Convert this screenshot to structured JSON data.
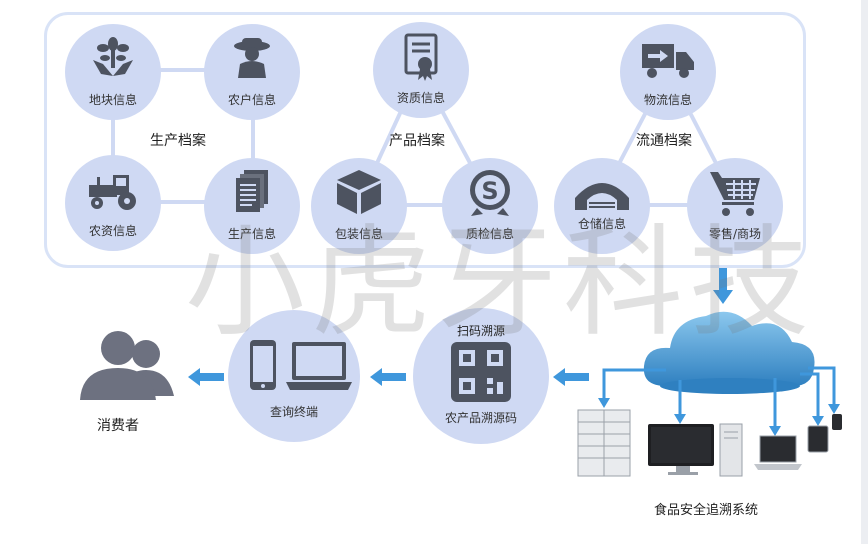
{
  "production_group": {
    "label": "生产档案",
    "nodes": [
      "地块信息",
      "农户信息",
      "农资信息",
      "生产信息"
    ]
  },
  "product_group": {
    "label": "产品档案",
    "nodes": [
      "资质信息",
      "包装信息",
      "质检信息"
    ]
  },
  "circulation_group": {
    "label": "流通档案",
    "nodes": [
      "物流信息",
      "仓储信息",
      "零售/商场"
    ]
  },
  "flow": {
    "consumer": "消费者",
    "query_terminal": "查询终端",
    "scan_label": "扫码溯源",
    "qr_label": "农产品溯源码",
    "system_label": "食品安全追溯系统"
  },
  "watermark": "小虎牙科技",
  "colors": {
    "node": "#cfd9f3",
    "icon": "#4d5360",
    "arrow": "#3f97dc",
    "cloud": "#3b8cc8"
  },
  "icons": [
    "plant-hands-icon",
    "farmer-icon",
    "tractor-icon",
    "documents-icon",
    "certificate-icon",
    "box-icon",
    "quality-seal-icon",
    "truck-icon",
    "warehouse-icon",
    "shopping-cart-icon",
    "people-icon",
    "phone-icon",
    "laptop-icon",
    "qr-code-icon",
    "cloud-icon",
    "server-icon",
    "monitor-icon",
    "tablet-icon"
  ]
}
